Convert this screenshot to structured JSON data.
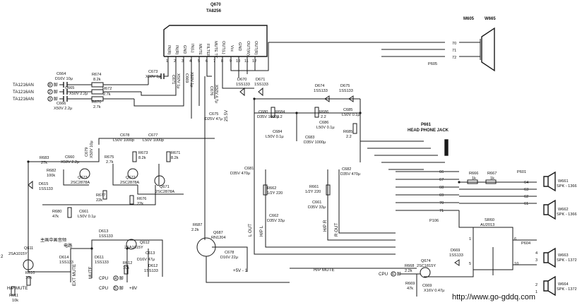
{
  "ic_main": {
    "ref": "Q670",
    "part": "TA8256",
    "pins": [
      {
        "num": "1",
        "name": "IN(R)"
      },
      {
        "num": "2",
        "name": "IN(R)"
      },
      {
        "num": "3",
        "name": "GND"
      },
      {
        "num": "4",
        "name": "IN(L)"
      },
      {
        "num": "5",
        "name": "MUTE"
      },
      {
        "num": "6",
        "name": "FILTER"
      },
      {
        "num": "7",
        "name": "MUTE TC"
      },
      {
        "num": "8",
        "name": "OUT(L)"
      },
      {
        "num": "9",
        "name": "Vcc"
      },
      {
        "num": "10",
        "name": "GND"
      },
      {
        "num": "11",
        "name": "OUT(W)"
      },
      {
        "num": "12",
        "name": "OUT(R)"
      }
    ]
  },
  "inputs": [
    {
      "label": "TA1216AN",
      "pin": "8",
      "suffix": "脚"
    },
    {
      "label": "TA1216AN",
      "pin": "2",
      "suffix": "脚"
    },
    {
      "label": "TA1216AN",
      "pin": "3",
      "suffix": "脚"
    }
  ],
  "components": {
    "C664": {
      "ref": "C664",
      "value": "D16V 10μ"
    },
    "C665": {
      "ref": "C665",
      "value": "X50V 2.2μ"
    },
    "C666": {
      "ref": "C666",
      "value": "X50V 2.2μ"
    },
    "R674": {
      "ref": "R674",
      "value": "8.2k"
    },
    "R672": {
      "ref": "R672",
      "value": "2.7k"
    },
    "R670": {
      "ref": "R670",
      "value": "2.7k"
    },
    "C673": {
      "ref": "C673",
      "value": "X50V 1μ"
    },
    "C671": {
      "ref": "C671",
      "value": "X50V 1μ"
    },
    "C669": {
      "ref": "C669",
      "value": "X50V 1μ"
    },
    "C676": {
      "ref": "C676",
      "value": "X50V 4.7μ"
    },
    "C675": {
      "ref": "C675",
      "value": "D25V 47μ"
    },
    "D670": {
      "ref": "D670",
      "value": "1SS133"
    },
    "D671": {
      "ref": "D671",
      "value": "1SS133"
    },
    "D674": {
      "ref": "D674",
      "value": "1SS133"
    },
    "D675": {
      "ref": "D675",
      "value": "1SS133"
    },
    "C680": {
      "ref": "C680",
      "value": "D35V 1000μ"
    },
    "R684": {
      "ref": "R684",
      "value": "2.2"
    },
    "C684": {
      "ref": "C684",
      "value": "L50V 0.1μ"
    },
    "R686": {
      "ref": "R686",
      "value": "2.2"
    },
    "C686": {
      "ref": "C686",
      "value": "L50V 0.1μ"
    },
    "C685": {
      "ref": "C685",
      "value": "L50V 0.1μ"
    },
    "R685": {
      "ref": "R685",
      "value": "2.2"
    },
    "C683": {
      "ref": "C683",
      "value": "D35V 1000μ"
    },
    "C678": {
      "ref": "C678",
      "value": "L50V 1000p"
    },
    "C677": {
      "ref": "C677",
      "value": "L50V 1000p"
    },
    "R673": {
      "ref": "R673",
      "value": "8.2k"
    },
    "R671": {
      "ref": "R671",
      "value": "8.2k"
    },
    "R683": {
      "ref": "R683",
      "value": "27k"
    },
    "C660": {
      "ref": "C660",
      "value": "X50V 2.2μ"
    },
    "C679": {
      "ref": "C679",
      "value": "X50V 10μ"
    },
    "R675": {
      "ref": "R675",
      "value": "2.7k"
    },
    "R682": {
      "ref": "R682",
      "value": "100k"
    },
    "D615": {
      "ref": "D615",
      "value": "1SS133"
    },
    "Q673": {
      "ref": "Q673",
      "value": "2SC2878A"
    },
    "Q672": {
      "ref": "Q672",
      "value": "2SC2878A"
    },
    "Q671": {
      "ref": "Q671",
      "value": "2SC2878A"
    },
    "R677": {
      "ref": "R677",
      "value": "22k"
    },
    "R676": {
      "ref": "R676",
      "value": "22k"
    },
    "R680": {
      "ref": "R680",
      "value": "47k"
    },
    "C661": {
      "ref": "C661",
      "value": "L50V 0.1μ"
    },
    "D613": {
      "ref": "D613",
      "value": "1SS133"
    },
    "Q612": {
      "ref": "Q612",
      "value": "2SA1015Y"
    },
    "D614": {
      "ref": "D614",
      "value": "1SS133"
    },
    "D611": {
      "ref": "D611",
      "value": "1SS133"
    },
    "R612": {
      "ref": "R612",
      "value": "10k"
    },
    "C613": {
      "ref": "C613",
      "value": "D16V 47μ"
    },
    "D612": {
      "ref": "D612",
      "value": "1SS133"
    },
    "Q611": {
      "ref": "Q611",
      "value": "2SA1015Y"
    },
    "R610": {
      "ref": "R610",
      "value": "10k"
    },
    "R611": {
      "ref": "R611",
      "value": "10k"
    },
    "R687": {
      "ref": "R687",
      "value": "2.2k"
    },
    "Q687": {
      "ref": "Q687",
      "value": "RN1204"
    },
    "C678b": {
      "ref": "C678",
      "value": "D16V 22μ"
    },
    "C681": {
      "ref": "C681",
      "value": "D35V 470μ"
    },
    "R662": {
      "ref": "R662",
      "value": "1/2Y 220"
    },
    "C662": {
      "ref": "C662",
      "value": "D35V 33μ"
    },
    "R661": {
      "ref": "R661",
      "value": "1/2Y 220"
    },
    "C661b": {
      "ref": "C661",
      "value": "D35V 33μ"
    },
    "C682": {
      "ref": "C682",
      "value": "D35V 470μ"
    },
    "R666": {
      "ref": "R666",
      "value": "1k"
    },
    "R667": {
      "ref": "R667",
      "value": "1k"
    },
    "SR60": {
      "ref": "SR60",
      "value": "AU2013"
    },
    "D669": {
      "ref": "D669",
      "value": "1SS133"
    },
    "Q674": {
      "ref": "Q674",
      "value": "2SC1815Y"
    },
    "R668": {
      "ref": "R668",
      "value": "2.2k"
    },
    "R669": {
      "ref": "R669",
      "value": "47k"
    },
    "C669b": {
      "ref": "C669",
      "value": "X16V 0.47μ"
    }
  },
  "connectors": {
    "M605": "M605",
    "W665": "W665",
    "P605": "P605",
    "P661": "P661",
    "head_jack": "HEAD PHONE JACK",
    "P601": "P601",
    "P106": "P106",
    "P604": "P604",
    "p605_pins": [
      "70",
      "71",
      "72"
    ],
    "p106_pins": [
      "66",
      "67",
      "68",
      "69",
      "70",
      "71"
    ],
    "p601_pins": [
      "64",
      "63",
      "62",
      "61"
    ],
    "p604_pins": [
      "4",
      "3",
      "2",
      "1"
    ],
    "sr60_pins": [
      "1",
      "5",
      "6",
      "10"
    ]
  },
  "speakers": [
    {
      "ref": "W661",
      "part": "SPK - 1366"
    },
    {
      "ref": "W662",
      "part": "SPK - 1366"
    },
    {
      "ref": "W663",
      "part": "SPK - 1372"
    },
    {
      "ref": "W664",
      "part": "SPK - 1372"
    }
  ],
  "nets": {
    "v25": "25.5V",
    "l_out": "L OUT",
    "hpl": "H/P L",
    "hpr": "H/P R",
    "r_out": "R OUT",
    "hp_mute": "H/P MUTE",
    "hp_mute2": "H/P MUTE",
    "ext_mute": "EXT MUTE",
    "mute": "MUTE",
    "cpu4": "CPU",
    "cpu4_pin": "4",
    "cpu5": "CPU",
    "cpu5_pin": "5",
    "cpu6": "CPU",
    "cpu6_pin": "6",
    "cpu_suffix": "脚",
    "plus8v": "+8V",
    "plus5v": "+5V - 1",
    "main_board": "主画中画音频",
    "main_board2": "电路",
    "node2": "2"
  },
  "watermark": "http://www.go-gddq.com"
}
